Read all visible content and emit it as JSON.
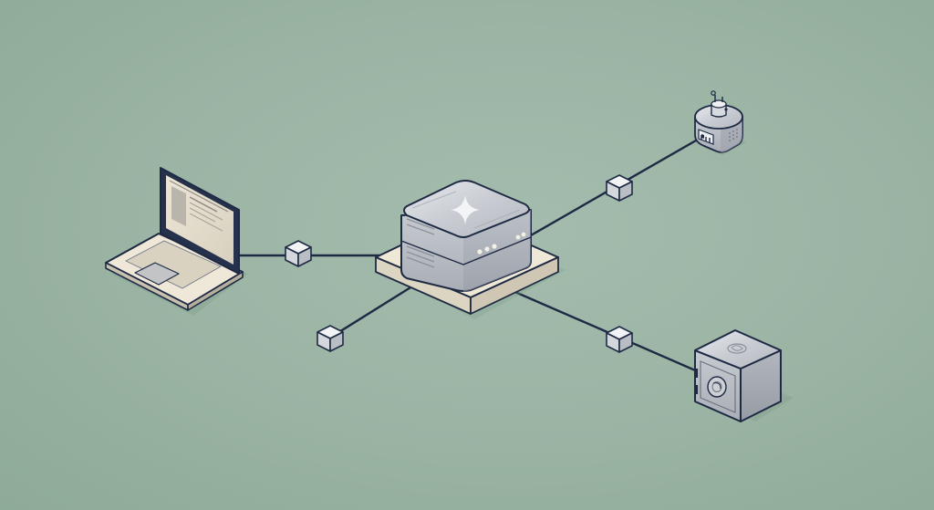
{
  "diagram": {
    "background_color": "#9cb5a5",
    "line_color": "#1e2a44",
    "nodes": [
      {
        "id": "laptop",
        "icon": "laptop-icon"
      },
      {
        "id": "hub",
        "icon": "server-hub-icon"
      },
      {
        "id": "smart-plug",
        "icon": "smart-plug-icon"
      },
      {
        "id": "safe",
        "icon": "vault-safe-icon"
      }
    ],
    "connectors": [
      {
        "from": "laptop",
        "to": "hub",
        "icon": "connector-cube-icon"
      },
      {
        "from": "hub",
        "to": "smart-plug",
        "icon": "connector-cube-icon"
      },
      {
        "from": "hub",
        "to": "safe",
        "icon": "connector-cube-icon"
      },
      {
        "from": "hub",
        "to": "open-end",
        "icon": "connector-cube-icon"
      }
    ]
  }
}
